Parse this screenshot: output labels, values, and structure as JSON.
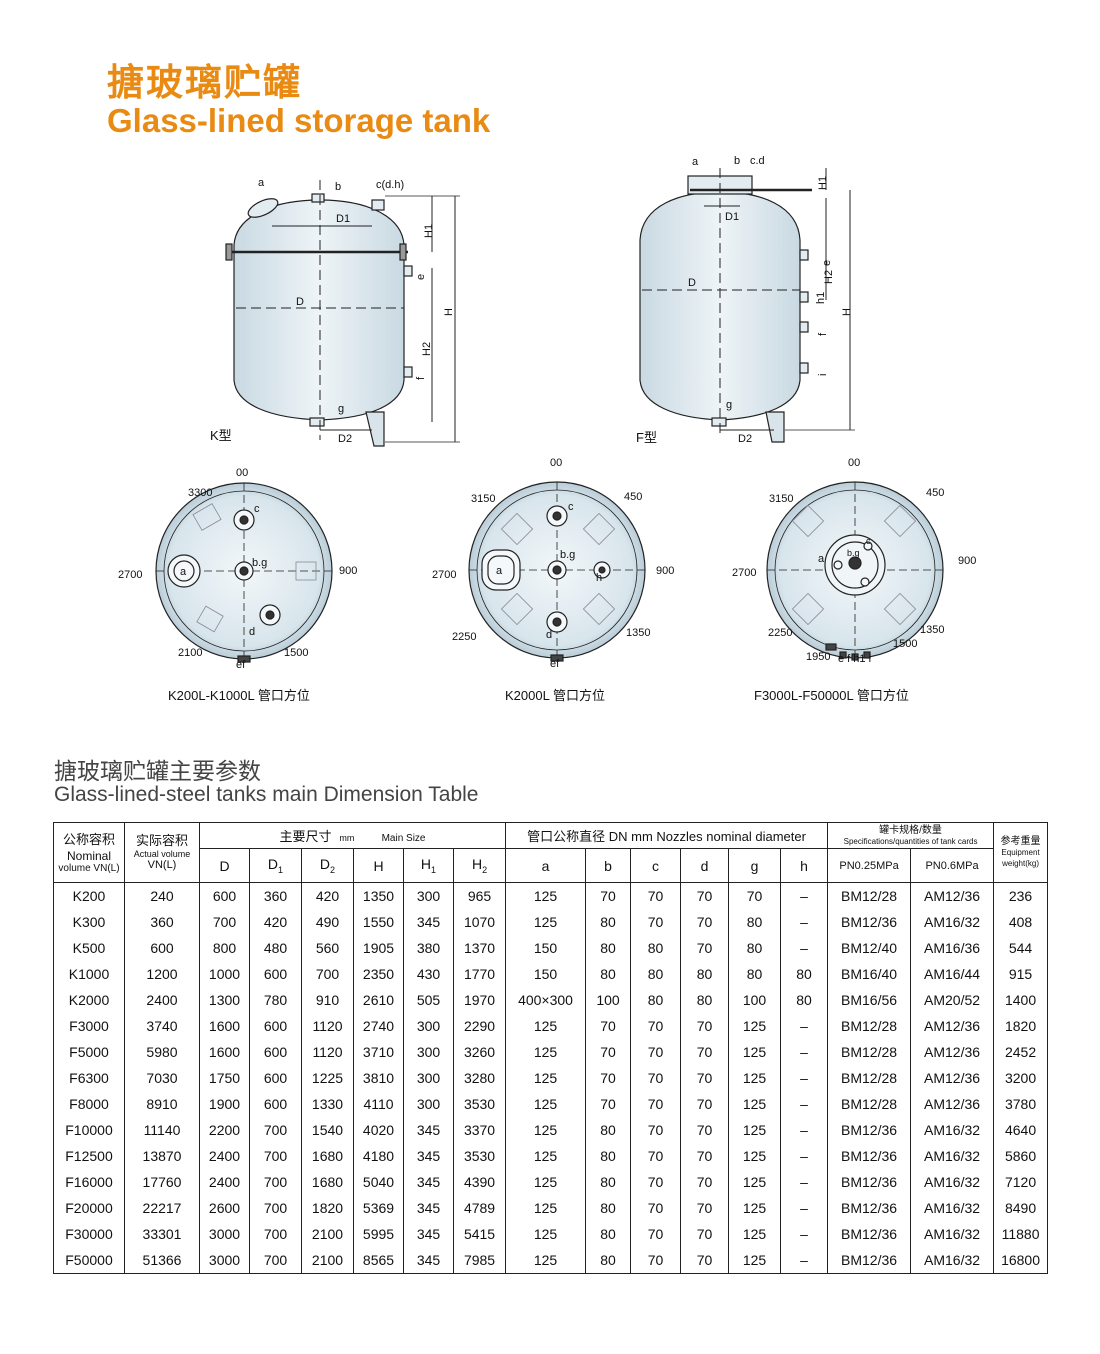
{
  "title_cn": "搪玻璃贮罐",
  "title_en": "Glass-lined storage tank",
  "diagram_labels": {
    "k_type": "K型",
    "f_type": "F型",
    "k_left": {
      "a": "a",
      "b": "b",
      "c": "c(d.h)",
      "D1": "D1",
      "D": "D",
      "D2": "D2",
      "g": "g",
      "H": "H",
      "H1": "H1",
      "H2": "H2",
      "e": "e",
      "f": "f"
    },
    "f_right": {
      "a": "a",
      "b": "b",
      "c": "c.d",
      "D1": "D1",
      "D": "D",
      "D2": "D2",
      "g": "g",
      "H": "H",
      "H1": "H1",
      "H2": "H2",
      "e": "e",
      "h1": "h1",
      "f": "f",
      "i": "i"
    },
    "plan1": {
      "caption": "K200L-K1000L 管口方位",
      "a0": "00",
      "a330": "3300",
      "a270": "2700",
      "a90": "900",
      "a210": "2100",
      "a150": "1500",
      "c": "c",
      "a": "a",
      "bg": "b.g",
      "d": "d",
      "ef": "ef"
    },
    "plan2": {
      "caption": "K2000L 管口方位",
      "a0": "00",
      "a315": "3150",
      "a45": "450",
      "a270": "2700",
      "a90": "900",
      "a225": "2250",
      "a135": "1350",
      "c": "c",
      "a": "a",
      "bg": "b.g",
      "h": "h",
      "d": "d",
      "ef": "ef"
    },
    "plan3": {
      "caption": "F3000L-F50000L 管口方位",
      "a0": "00",
      "a315": "3150",
      "a45": "450",
      "a270": "2700",
      "a90": "900",
      "a225": "2250",
      "a135": "1350",
      "a195": "1950",
      "a150": "1500",
      "a": "a",
      "bg": "b.g",
      "c": "c",
      "ef": "e f h1 i"
    }
  },
  "section_title_cn": "搪玻璃贮罐主要参数",
  "section_title_en": "Glass-lined-steel tanks main Dimension Table",
  "table": {
    "headers": {
      "nominal_cn": "公称容积",
      "nominal_en1": "Nominal",
      "nominal_en2": "volume VN(L)",
      "actual_cn": "实际容积",
      "actual_en1": "Actual volume",
      "actual_en2": "VN(L)",
      "main_cn": "主要尺寸",
      "main_mm": "mm",
      "main_en": "Main Size",
      "nozzle": "管口公称直径  DN  mm  Nozzles nominal diameter",
      "cards_cn": "罐卡规格/数量",
      "cards_en": "Specifications/quantities of tank cards",
      "weight_cn": "参考重量",
      "weight_en1": "Equipment",
      "weight_en2": "weight(kg)",
      "D": "D",
      "D1": "D",
      "D1_sub": "1",
      "D2": "D",
      "D2_sub": "2",
      "H": "H",
      "H1": "H",
      "H1_sub": "1",
      "H2": "H",
      "H2_sub": "2",
      "a": "a",
      "b": "b",
      "c": "c",
      "d": "d",
      "g": "g",
      "h": "h",
      "pn025": "PN0.25MPa",
      "pn06": "PN0.6MPa"
    },
    "rows": [
      [
        "K200",
        "240",
        "600",
        "360",
        "420",
        "1350",
        "300",
        "965",
        "125",
        "70",
        "70",
        "70",
        "70",
        "–",
        "BM12/28",
        "AM12/36",
        "236"
      ],
      [
        "K300",
        "360",
        "700",
        "420",
        "490",
        "1550",
        "345",
        "1070",
        "125",
        "80",
        "70",
        "70",
        "80",
        "–",
        "BM12/36",
        "AM16/32",
        "408"
      ],
      [
        "K500",
        "600",
        "800",
        "480",
        "560",
        "1905",
        "380",
        "1370",
        "150",
        "80",
        "80",
        "70",
        "80",
        "–",
        "BM12/40",
        "AM16/36",
        "544"
      ],
      [
        "K1000",
        "1200",
        "1000",
        "600",
        "700",
        "2350",
        "430",
        "1770",
        "150",
        "80",
        "80",
        "80",
        "80",
        "80",
        "BM16/40",
        "AM16/44",
        "915"
      ],
      [
        "K2000",
        "2400",
        "1300",
        "780",
        "910",
        "2610",
        "505",
        "1970",
        "400×300",
        "100",
        "80",
        "80",
        "100",
        "80",
        "BM16/56",
        "AM20/52",
        "1400"
      ],
      [
        "F3000",
        "3740",
        "1600",
        "600",
        "1120",
        "2740",
        "300",
        "2290",
        "125",
        "70",
        "70",
        "70",
        "125",
        "–",
        "BM12/28",
        "AM12/36",
        "1820"
      ],
      [
        "F5000",
        "5980",
        "1600",
        "600",
        "1120",
        "3710",
        "300",
        "3260",
        "125",
        "70",
        "70",
        "70",
        "125",
        "–",
        "BM12/28",
        "AM12/36",
        "2452"
      ],
      [
        "F6300",
        "7030",
        "1750",
        "600",
        "1225",
        "3810",
        "300",
        "3280",
        "125",
        "70",
        "70",
        "70",
        "125",
        "–",
        "BM12/28",
        "AM12/36",
        "3200"
      ],
      [
        "F8000",
        "8910",
        "1900",
        "600",
        "1330",
        "4110",
        "300",
        "3530",
        "125",
        "70",
        "70",
        "70",
        "125",
        "–",
        "BM12/28",
        "AM12/36",
        "3780"
      ],
      [
        "F10000",
        "11140",
        "2200",
        "700",
        "1540",
        "4020",
        "345",
        "3370",
        "125",
        "80",
        "70",
        "70",
        "125",
        "–",
        "BM12/36",
        "AM16/32",
        "4640"
      ],
      [
        "F12500",
        "13870",
        "2400",
        "700",
        "1680",
        "4180",
        "345",
        "3530",
        "125",
        "80",
        "70",
        "70",
        "125",
        "–",
        "BM12/36",
        "AM16/32",
        "5860"
      ],
      [
        "F16000",
        "17760",
        "2400",
        "700",
        "1680",
        "5040",
        "345",
        "4390",
        "125",
        "80",
        "70",
        "70",
        "125",
        "–",
        "BM12/36",
        "AM16/32",
        "7120"
      ],
      [
        "F20000",
        "22217",
        "2600",
        "700",
        "1820",
        "5369",
        "345",
        "4789",
        "125",
        "80",
        "70",
        "70",
        "125",
        "–",
        "BM12/36",
        "AM16/32",
        "8490"
      ],
      [
        "F30000",
        "33301",
        "3000",
        "700",
        "2100",
        "5995",
        "345",
        "5415",
        "125",
        "80",
        "70",
        "70",
        "125",
        "–",
        "BM12/36",
        "AM16/32",
        "11880"
      ],
      [
        "F50000",
        "51366",
        "3000",
        "700",
        "2100",
        "8565",
        "345",
        "7985",
        "125",
        "80",
        "70",
        "70",
        "125",
        "–",
        "BM12/36",
        "AM16/32",
        "16800"
      ]
    ]
  },
  "colors": {
    "title": "#e98a12",
    "tank_fill": "#dde8ee",
    "line": "#222222"
  }
}
